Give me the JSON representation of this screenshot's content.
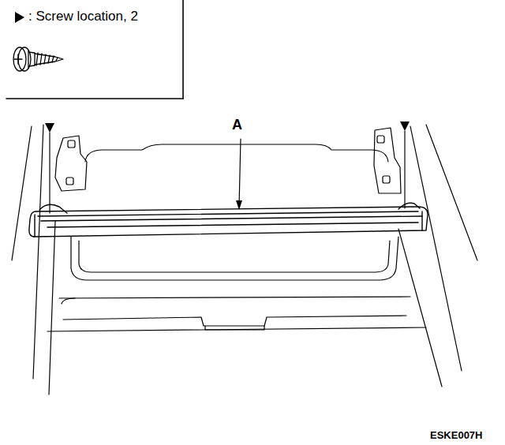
{
  "diagram": {
    "labels": [
      "A",
      "ESKE007H"
    ],
    "legend": [
      {
        "text": ": Screw location, 2"
      }
    ]
  }
}
